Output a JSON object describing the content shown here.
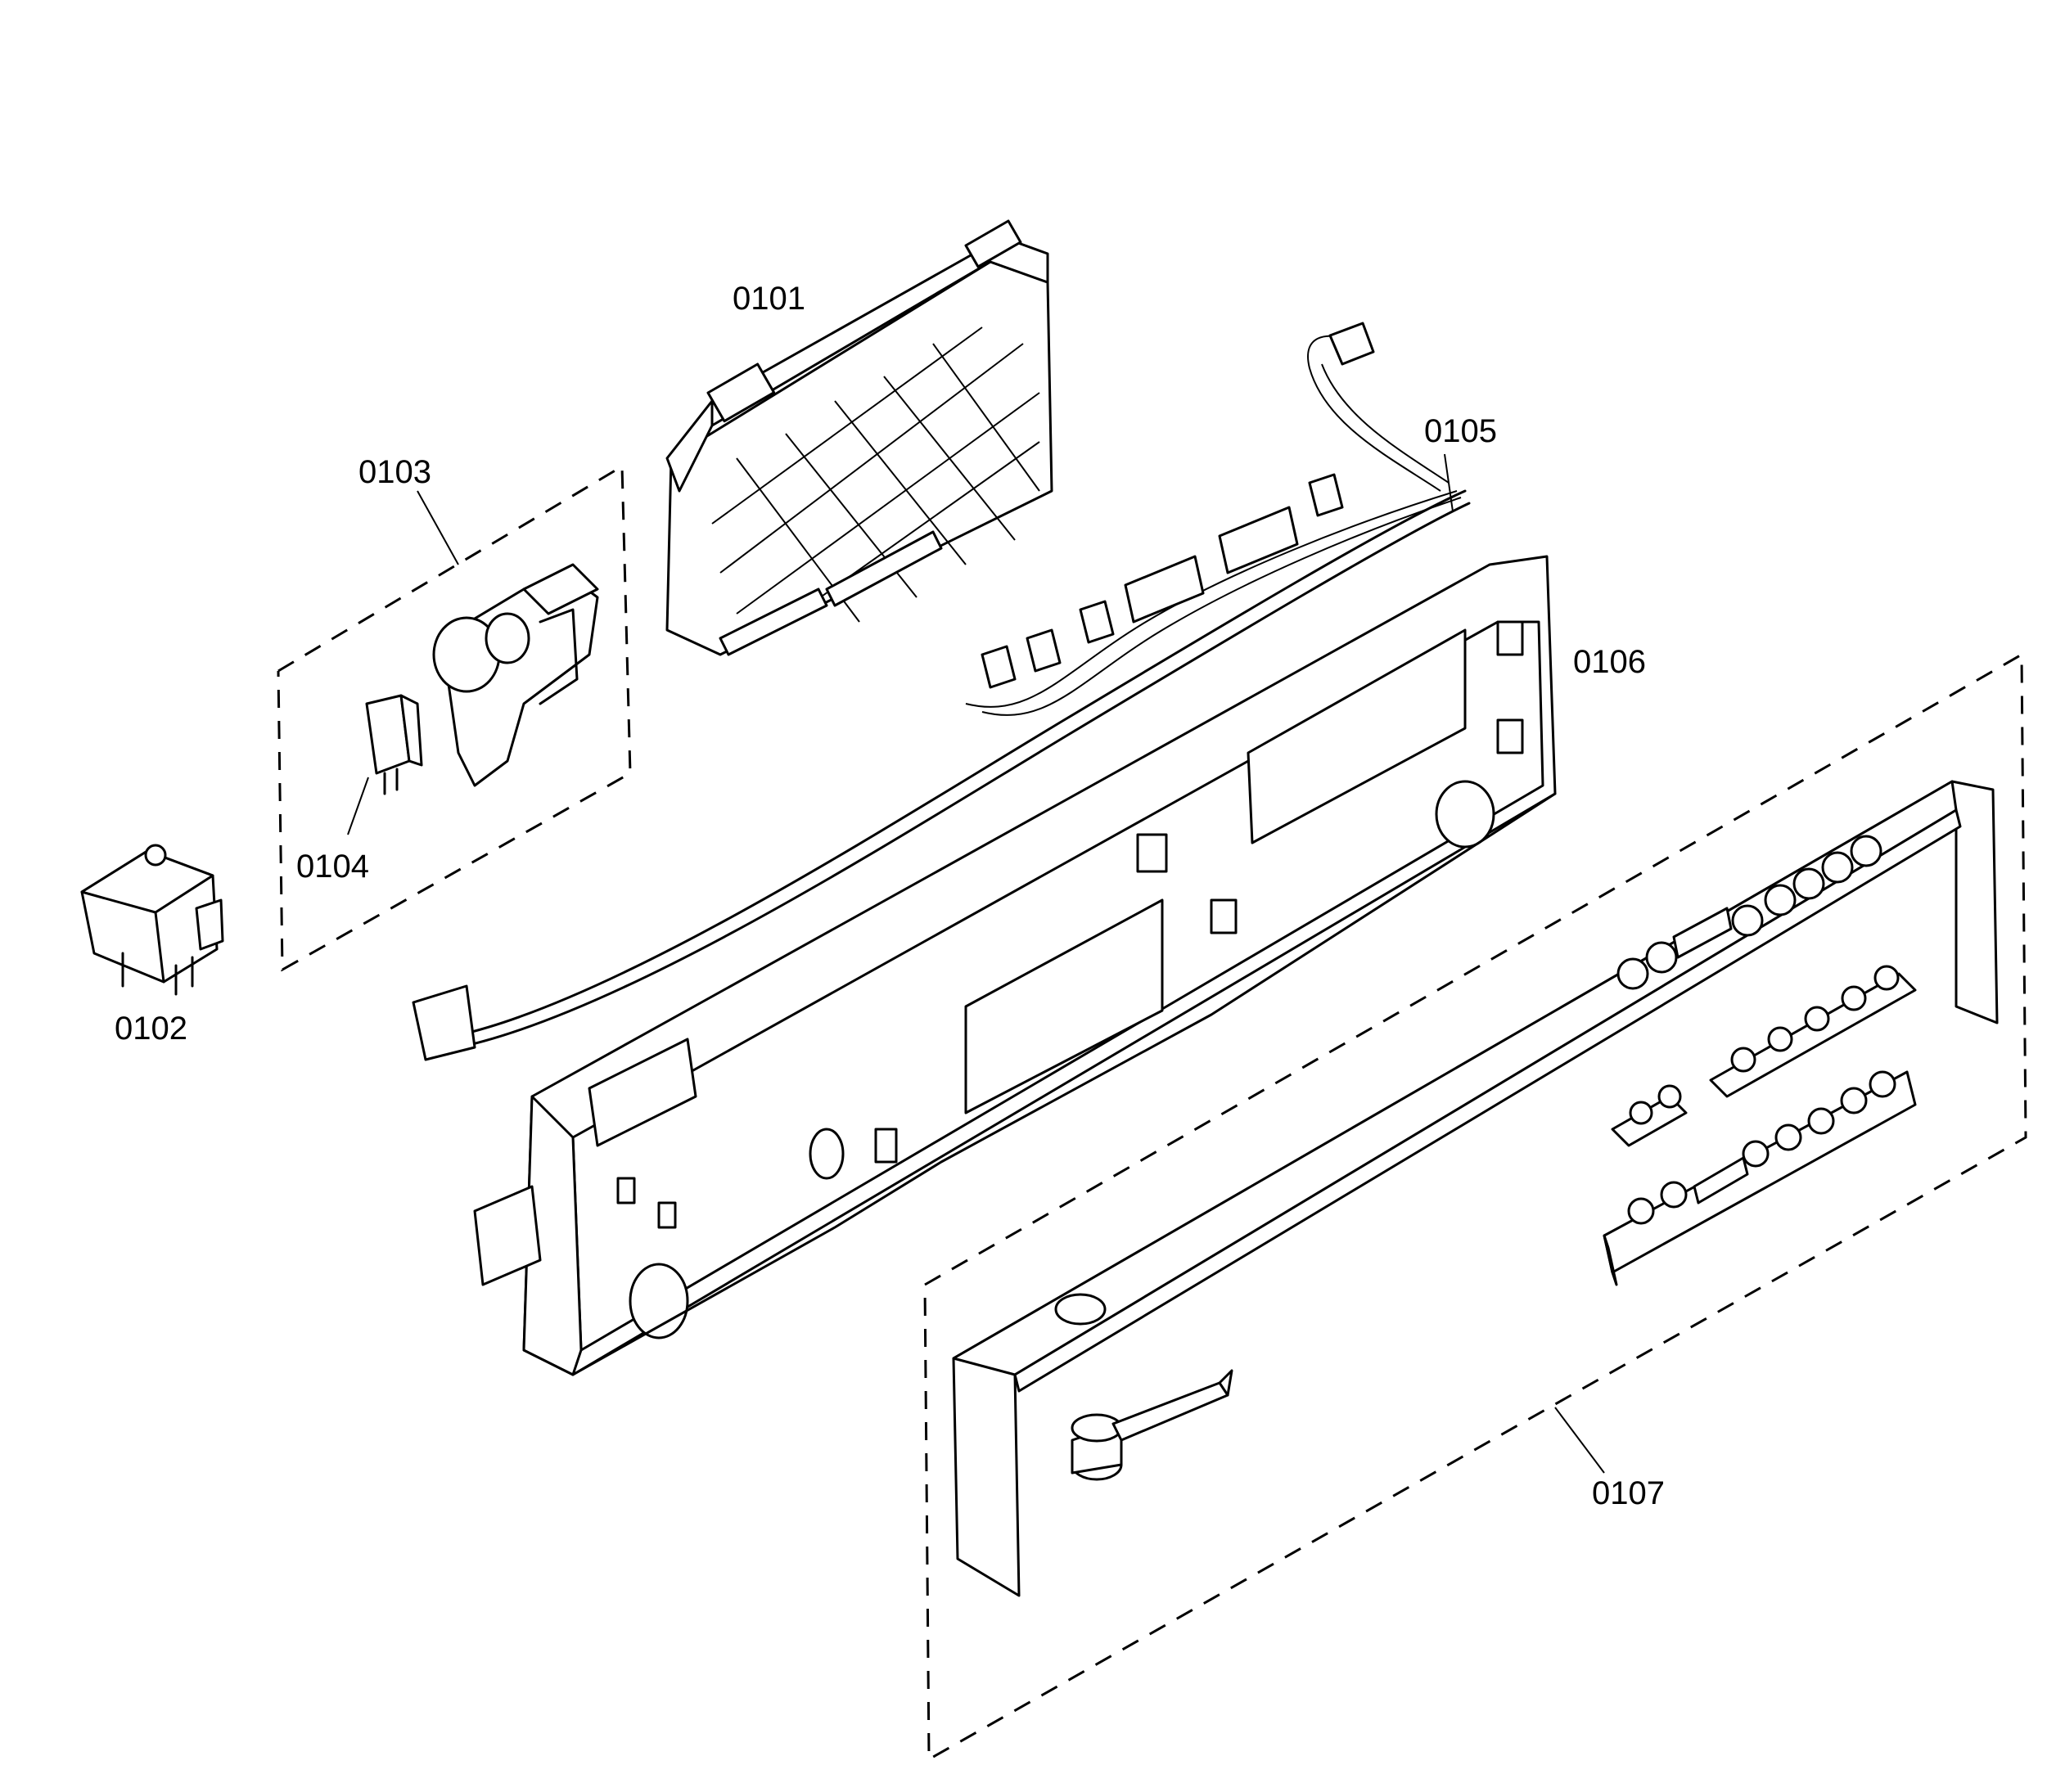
{
  "labels": {
    "p0101": "0101",
    "p0102": "0102",
    "p0103": "0103",
    "p0104": "0104",
    "p0105": "0105",
    "p0106": "0106",
    "p0107": "0107"
  },
  "colors": {
    "line": "#000000",
    "background": "#ffffff"
  }
}
